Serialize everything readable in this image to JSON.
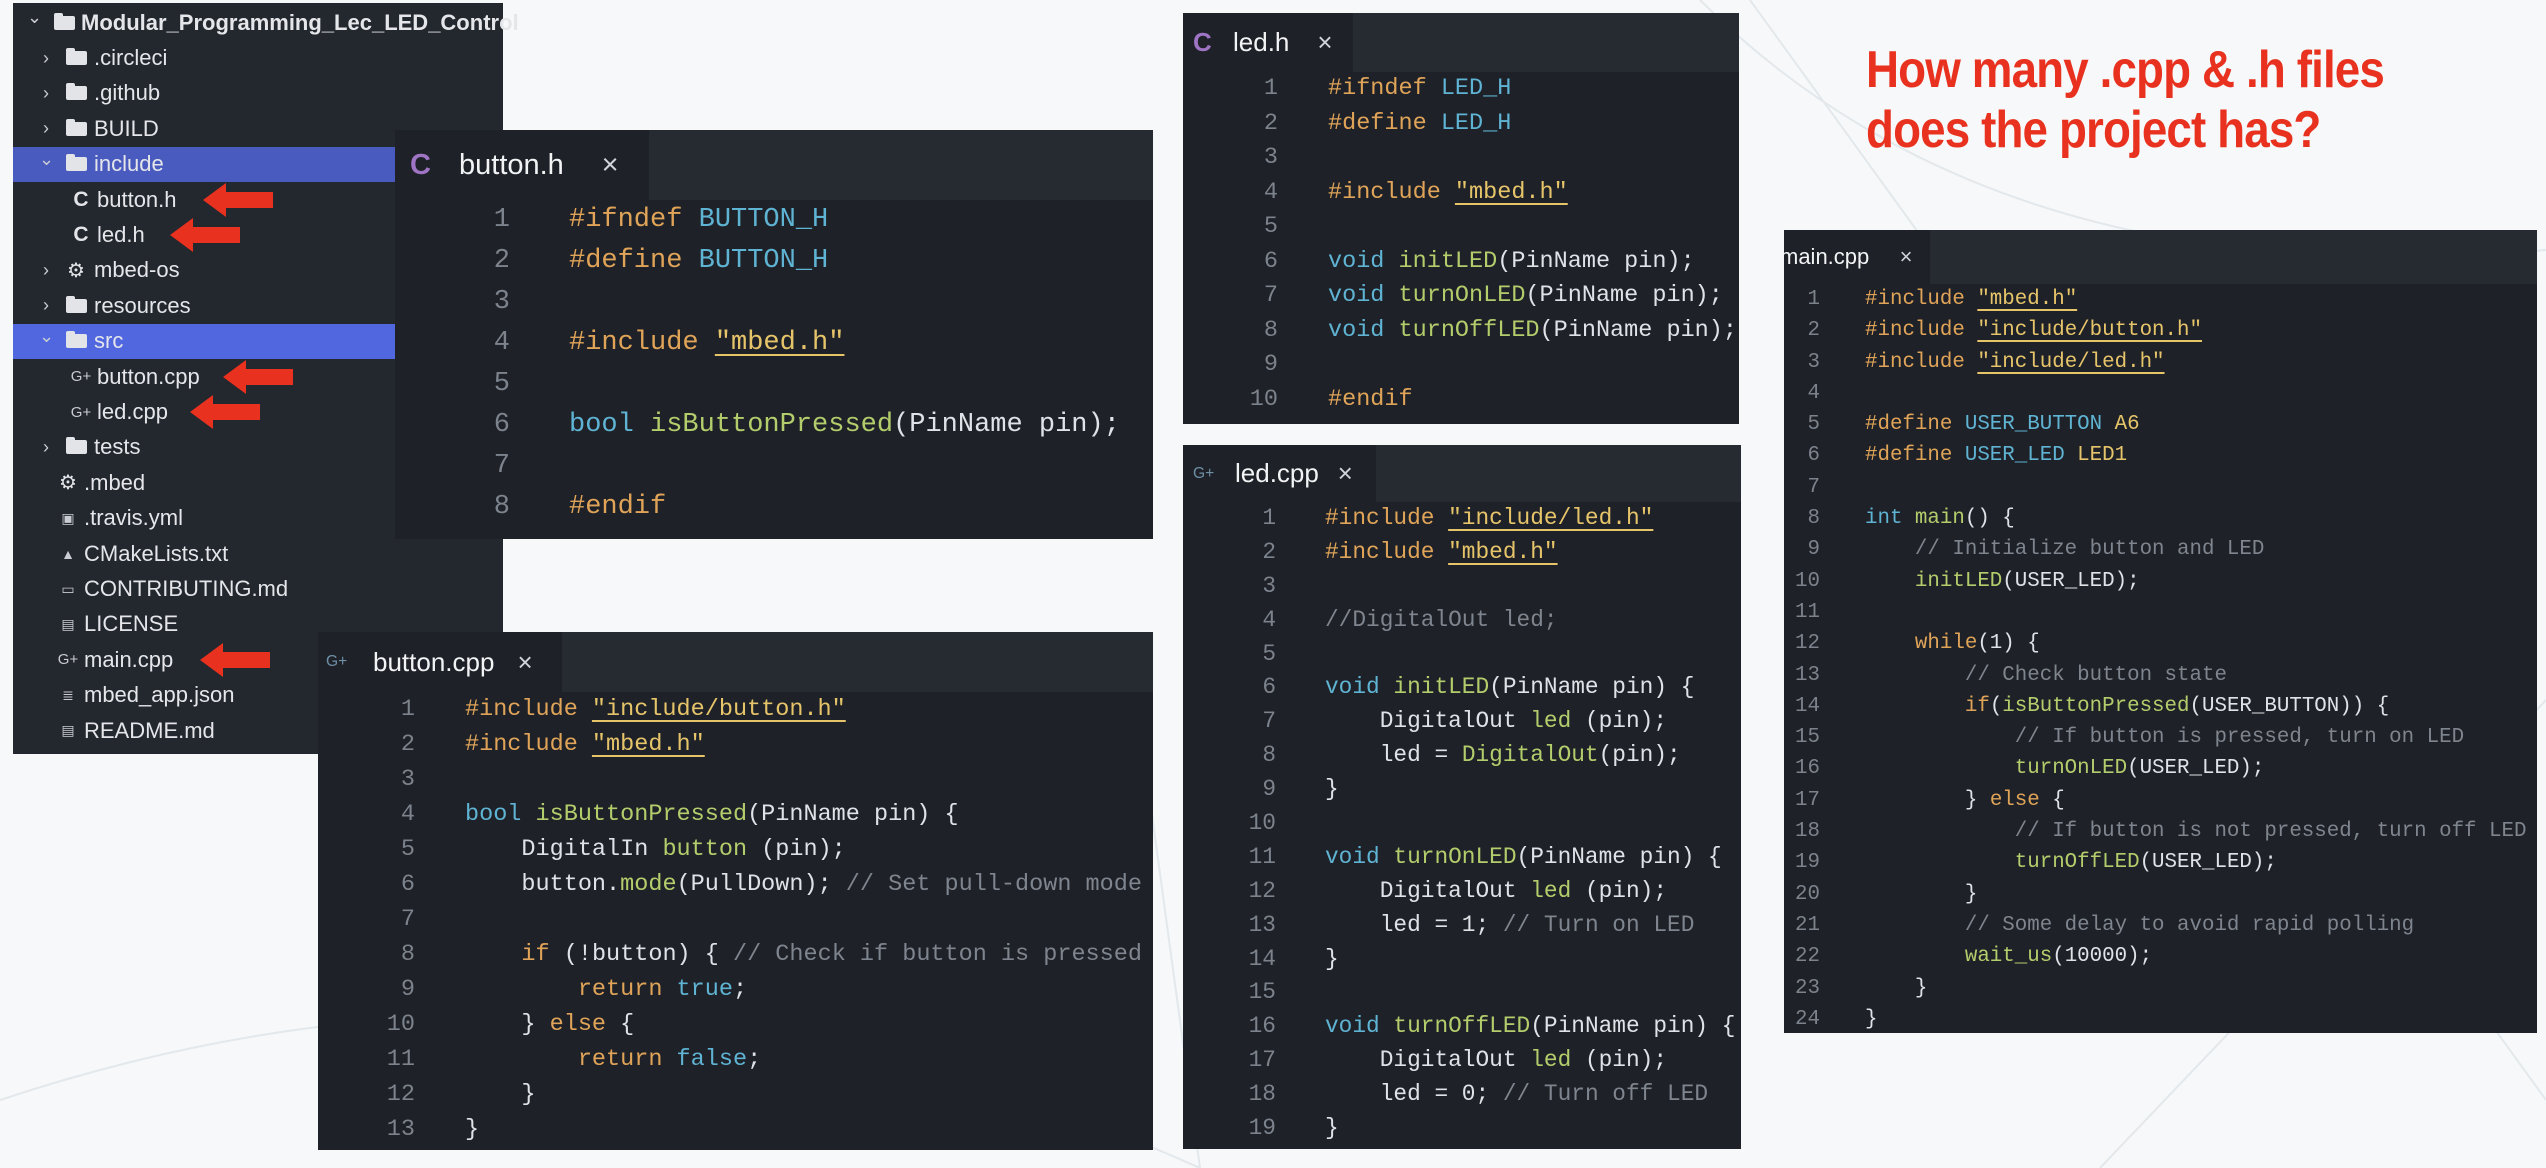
{
  "colors": {
    "accent_arrow": "#e8311f",
    "question": "#e8321f",
    "selection_include": "#4a5bbf",
    "selection_src": "#5167e0",
    "editor_bg": "#1e2127"
  },
  "question": {
    "line1": "How many .cpp & .h files",
    "line2": "does the project has?"
  },
  "tree": {
    "items": [
      {
        "label": "Modular_Programming_Lec_LED_Control",
        "kind": "folder",
        "depth": 0,
        "expanded": true
      },
      {
        "label": ".circleci",
        "kind": "folder",
        "depth": 1,
        "expanded": false
      },
      {
        "label": ".github",
        "kind": "folder",
        "depth": 1,
        "expanded": false
      },
      {
        "label": "BUILD",
        "kind": "folder",
        "depth": 1,
        "expanded": false
      },
      {
        "label": "include",
        "kind": "folder",
        "depth": 1,
        "expanded": true,
        "selected": "sel1"
      },
      {
        "label": "button.h",
        "kind": "h-file",
        "depth": 2,
        "arrow": true
      },
      {
        "label": "led.h",
        "kind": "h-file",
        "depth": 2,
        "arrow": true
      },
      {
        "label": "mbed-os",
        "kind": "gear-folder",
        "depth": 1,
        "expanded": false
      },
      {
        "label": "resources",
        "kind": "folder",
        "depth": 1,
        "expanded": false
      },
      {
        "label": "src",
        "kind": "folder",
        "depth": 1,
        "expanded": true,
        "selected": "sel2"
      },
      {
        "label": "button.cpp",
        "kind": "cpp-file",
        "depth": 2,
        "arrow": true
      },
      {
        "label": "led.cpp",
        "kind": "cpp-file",
        "depth": 2,
        "arrow": true
      },
      {
        "label": "tests",
        "kind": "folder",
        "depth": 1,
        "expanded": false
      },
      {
        "label": ".mbed",
        "kind": "gear-file",
        "depth": 1
      },
      {
        "label": ".travis.yml",
        "kind": "yml-file",
        "depth": 1
      },
      {
        "label": "CMakeLists.txt",
        "kind": "cmake-file",
        "depth": 1
      },
      {
        "label": "CONTRIBUTING.md",
        "kind": "md-file",
        "depth": 1
      },
      {
        "label": "LICENSE",
        "kind": "book-file",
        "depth": 1
      },
      {
        "label": "main.cpp",
        "kind": "cpp-file",
        "depth": 1,
        "arrow": true
      },
      {
        "label": "mbed_app.json",
        "kind": "json-file",
        "depth": 1
      },
      {
        "label": "README.md",
        "kind": "book-file",
        "depth": 1
      }
    ]
  },
  "editors": [
    {
      "id": "button-h",
      "file": "button.h",
      "icon": "h",
      "lines": [
        [
          [
            "pp",
            "#ifndef "
          ],
          [
            "mac",
            "BUTTON_H"
          ]
        ],
        [
          [
            "pp",
            "#define "
          ],
          [
            "mac",
            "BUTTON_H"
          ]
        ],
        [],
        [
          [
            "pp",
            "#include "
          ],
          [
            "str",
            "\"mbed.h\""
          ]
        ],
        [],
        [
          [
            "ty",
            "bool "
          ],
          [
            "fn",
            "isButtonPressed"
          ],
          [
            "p",
            "(PinName pin);"
          ]
        ],
        [],
        [
          [
            "pp",
            "#endif"
          ]
        ]
      ]
    },
    {
      "id": "button-cpp",
      "file": "button.cpp",
      "icon": "cpp",
      "lines": [
        [
          [
            "pp",
            "#include "
          ],
          [
            "str",
            "\"include/button.h\""
          ]
        ],
        [
          [
            "pp",
            "#include "
          ],
          [
            "str",
            "\"mbed.h\""
          ]
        ],
        [],
        [
          [
            "ty",
            "bool "
          ],
          [
            "fn",
            "isButtonPressed"
          ],
          [
            "p",
            "(PinName pin) {"
          ]
        ],
        [
          [
            "p",
            "    DigitalIn "
          ],
          [
            "fn",
            "button"
          ],
          [
            "p",
            " (pin);"
          ]
        ],
        [
          [
            "p",
            "    button."
          ],
          [
            "fn",
            "mode"
          ],
          [
            "p",
            "(PullDown); "
          ],
          [
            "cm",
            "// Set pull-down mode"
          ]
        ],
        [],
        [
          [
            "p",
            "    "
          ],
          [
            "kw",
            "if"
          ],
          [
            "p",
            " (!button) { "
          ],
          [
            "cm",
            "// Check if button is pressed"
          ]
        ],
        [
          [
            "p",
            "        "
          ],
          [
            "kw",
            "return "
          ],
          [
            "ty",
            "true"
          ],
          [
            "p",
            ";"
          ]
        ],
        [
          [
            "p",
            "    } "
          ],
          [
            "kw",
            "else"
          ],
          [
            "p",
            " {"
          ]
        ],
        [
          [
            "p",
            "        "
          ],
          [
            "kw",
            "return "
          ],
          [
            "ty",
            "false"
          ],
          [
            "p",
            ";"
          ]
        ],
        [
          [
            "p",
            "    }"
          ]
        ],
        [
          [
            "p",
            "}"
          ]
        ]
      ]
    },
    {
      "id": "led-h",
      "file": "led.h",
      "icon": "h",
      "lines": [
        [
          [
            "pp",
            "#ifndef "
          ],
          [
            "mac",
            "LED_H"
          ]
        ],
        [
          [
            "pp",
            "#define "
          ],
          [
            "mac",
            "LED_H"
          ]
        ],
        [],
        [
          [
            "pp",
            "#include "
          ],
          [
            "str",
            "\"mbed.h\""
          ]
        ],
        [],
        [
          [
            "ty",
            "void "
          ],
          [
            "fn",
            "initLED"
          ],
          [
            "p",
            "(PinName pin);"
          ]
        ],
        [
          [
            "ty",
            "void "
          ],
          [
            "fn",
            "turnOnLED"
          ],
          [
            "p",
            "(PinName pin);"
          ]
        ],
        [
          [
            "ty",
            "void "
          ],
          [
            "fn",
            "turnOffLED"
          ],
          [
            "p",
            "(PinName pin);"
          ]
        ],
        [],
        [
          [
            "pp",
            "#endif"
          ]
        ]
      ]
    },
    {
      "id": "led-cpp",
      "file": "led.cpp",
      "icon": "cpp",
      "lines": [
        [
          [
            "pp",
            "#include "
          ],
          [
            "str",
            "\"include/led.h\""
          ]
        ],
        [
          [
            "pp",
            "#include "
          ],
          [
            "str",
            "\"mbed.h\""
          ]
        ],
        [],
        [
          [
            "cm",
            "//DigitalOut led;"
          ]
        ],
        [],
        [
          [
            "ty",
            "void "
          ],
          [
            "fn",
            "initLED"
          ],
          [
            "p",
            "(PinName pin) {"
          ]
        ],
        [
          [
            "p",
            "    DigitalOut "
          ],
          [
            "fn",
            "led"
          ],
          [
            "p",
            " (pin);"
          ]
        ],
        [
          [
            "p",
            "    led = "
          ],
          [
            "fn",
            "DigitalOut"
          ],
          [
            "p",
            "(pin);"
          ]
        ],
        [
          [
            "p",
            "}"
          ]
        ],
        [],
        [
          [
            "ty",
            "void "
          ],
          [
            "fn",
            "turnOnLED"
          ],
          [
            "p",
            "(PinName pin) {"
          ]
        ],
        [
          [
            "p",
            "    DigitalOut "
          ],
          [
            "fn",
            "led"
          ],
          [
            "p",
            " (pin);"
          ]
        ],
        [
          [
            "p",
            "    led = 1; "
          ],
          [
            "cm",
            "// Turn on LED"
          ]
        ],
        [
          [
            "p",
            "}"
          ]
        ],
        [],
        [
          [
            "ty",
            "void "
          ],
          [
            "fn",
            "turnOffLED"
          ],
          [
            "p",
            "(PinName pin) {"
          ]
        ],
        [
          [
            "p",
            "    DigitalOut "
          ],
          [
            "fn",
            "led"
          ],
          [
            "p",
            " (pin);"
          ]
        ],
        [
          [
            "p",
            "    led = 0; "
          ],
          [
            "cm",
            "// Turn off LED"
          ]
        ],
        [
          [
            "p",
            "}"
          ]
        ]
      ]
    },
    {
      "id": "main-cpp",
      "file": "main.cpp",
      "icon": "none",
      "lines": [
        [
          [
            "pp",
            "#include "
          ],
          [
            "str",
            "\"mbed.h\""
          ]
        ],
        [
          [
            "pp",
            "#include "
          ],
          [
            "str",
            "\"include/button.h\""
          ]
        ],
        [
          [
            "pp",
            "#include "
          ],
          [
            "str",
            "\"include/led.h\""
          ]
        ],
        [],
        [
          [
            "pp",
            "#define "
          ],
          [
            "mac",
            "USER_BUTTON "
          ],
          [
            "con",
            "A6"
          ]
        ],
        [
          [
            "pp",
            "#define "
          ],
          [
            "mac",
            "USER_LED "
          ],
          [
            "con",
            "LED1"
          ]
        ],
        [],
        [
          [
            "ty",
            "int "
          ],
          [
            "fn",
            "main"
          ],
          [
            "p",
            "() {"
          ]
        ],
        [
          [
            "p",
            "    "
          ],
          [
            "cm",
            "// Initialize button and LED"
          ]
        ],
        [
          [
            "p",
            "    "
          ],
          [
            "fn",
            "initLED"
          ],
          [
            "p",
            "(USER_LED);"
          ]
        ],
        [],
        [
          [
            "p",
            "    "
          ],
          [
            "kw",
            "while"
          ],
          [
            "p",
            "(1) {"
          ]
        ],
        [
          [
            "p",
            "        "
          ],
          [
            "cm",
            "// Check button state"
          ]
        ],
        [
          [
            "p",
            "        "
          ],
          [
            "kw",
            "if"
          ],
          [
            "p",
            "("
          ],
          [
            "fn",
            "isButtonPressed"
          ],
          [
            "p",
            "(USER_BUTTON)) {"
          ]
        ],
        [
          [
            "p",
            "            "
          ],
          [
            "cm",
            "// If button is pressed, turn on LED"
          ]
        ],
        [
          [
            "p",
            "            "
          ],
          [
            "fn",
            "turnOnLED"
          ],
          [
            "p",
            "(USER_LED);"
          ]
        ],
        [
          [
            "p",
            "        } "
          ],
          [
            "kw",
            "else"
          ],
          [
            "p",
            " {"
          ]
        ],
        [
          [
            "p",
            "            "
          ],
          [
            "cm",
            "// If button is not pressed, turn off LED"
          ]
        ],
        [
          [
            "p",
            "            "
          ],
          [
            "fn",
            "turnOffLED"
          ],
          [
            "p",
            "(USER_LED);"
          ]
        ],
        [
          [
            "p",
            "        }"
          ]
        ],
        [
          [
            "p",
            "        "
          ],
          [
            "cm",
            "// Some delay to avoid rapid polling"
          ]
        ],
        [
          [
            "p",
            "        "
          ],
          [
            "fn",
            "wait_us"
          ],
          [
            "p",
            "(10000);"
          ]
        ],
        [
          [
            "p",
            "    }"
          ]
        ],
        [
          [
            "p",
            "}"
          ]
        ]
      ]
    }
  ]
}
